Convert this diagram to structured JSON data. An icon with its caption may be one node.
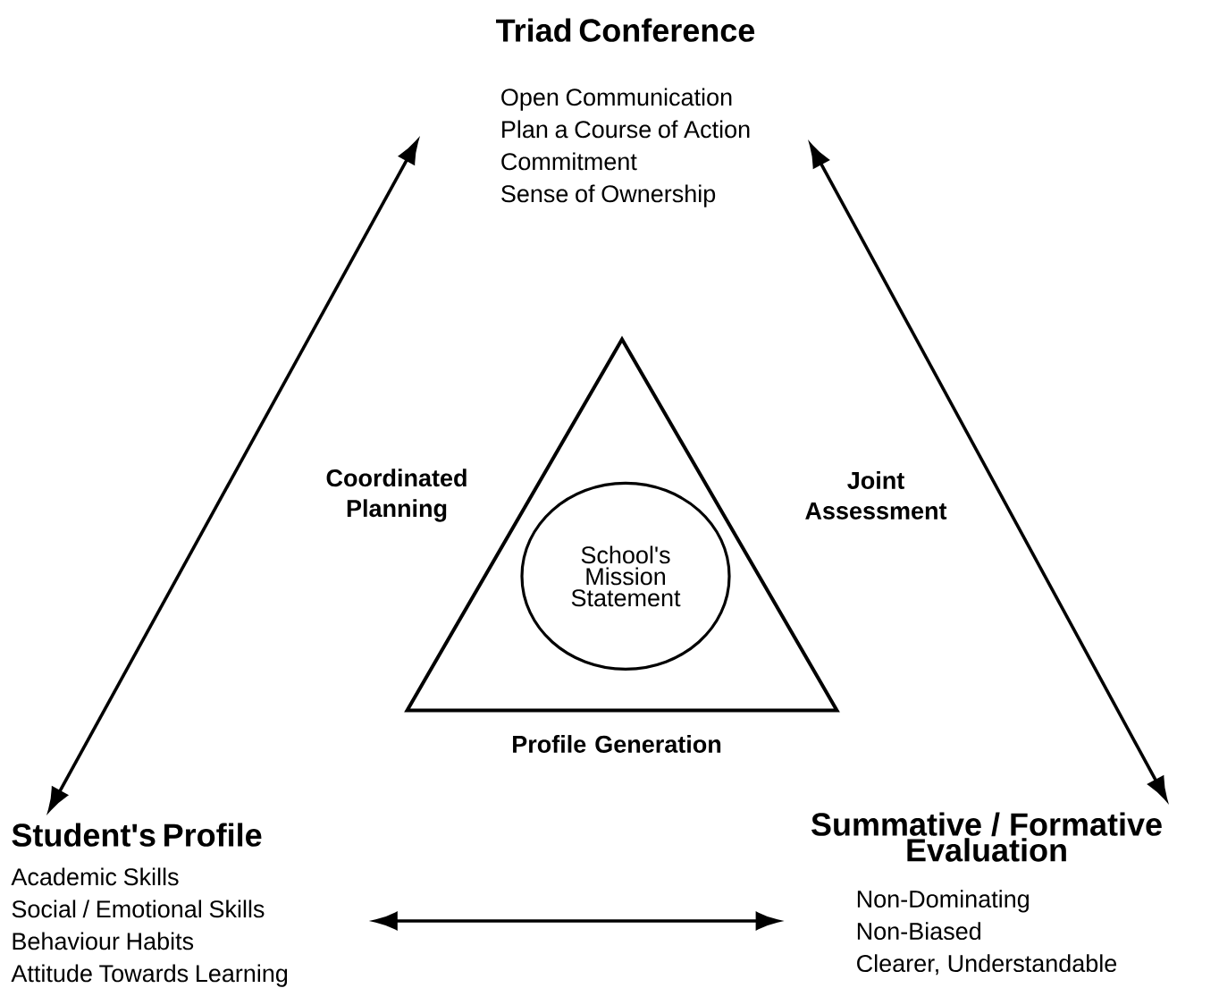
{
  "diagram": {
    "nodes": [
      {
        "text": [
          "Triad Conference",
          "Open Communication",
          "Plan a Course of Action",
          "Commitment",
          "Sense of Ownership"
        ]
      },
      {
        "text": [
          "Student's Profile",
          "Academic Skills",
          "Social / Emotional Skills",
          "Behaviour Habits",
          "Attitude Towards Learning"
        ]
      },
      {
        "text": [
          "Summative / Formative Evaluation",
          "Non-Dominating",
          "Non-Biased",
          "Clearer, Understandable"
        ]
      },
      {
        "text": [],
        "shape": "triangle"
      },
      {
        "text": [
          "School's Mission Statement"
        ],
        "in": 3
      }
    ],
    "edges": [
      {
        "from": 0,
        "to": 1,
        "arrow": "both"
      },
      {
        "from": 0,
        "to": 2,
        "arrow": "both"
      },
      {
        "from": 1,
        "to": 2,
        "arrow": "both"
      }
    ],
    "labels": [
      "Coordinated Planning",
      "Joint Assessment",
      "Profile Generation"
    ]
  }
}
